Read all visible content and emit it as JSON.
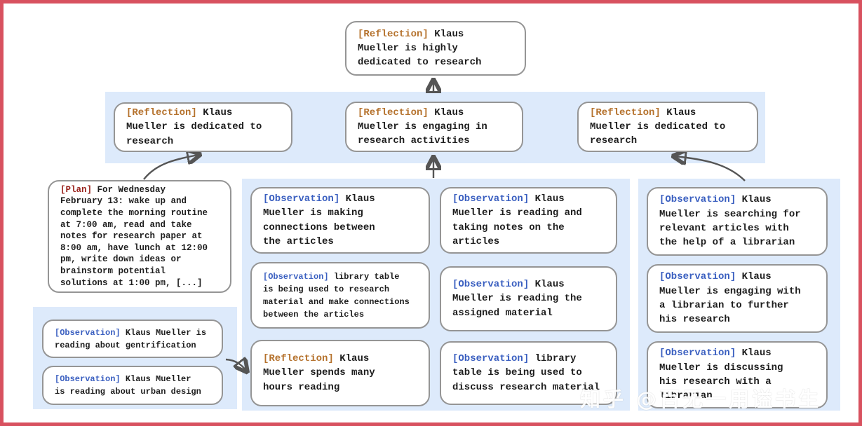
{
  "colors": {
    "frame": "#d8515f",
    "band": "#ddeafb",
    "box_border": "#959595",
    "box_bg": "#ffffff",
    "text": "#1d1d1d",
    "arrow": "#555555",
    "tag_reflection": "#b5722d",
    "tag_observation": "#3a5fc0",
    "tag_plan": "#9a231d",
    "watermark": "#ffffff"
  },
  "watermark": {
    "text": "知乎 @百无一用谥书生"
  },
  "nodes": {
    "root": {
      "tag": "[Reflection]",
      "body": "Klaus\nMueller is highly\ndedicated to research"
    },
    "l2_left": {
      "tag": "[Reflection]",
      "body": "Klaus\nMueller is dedicated to\nresearch"
    },
    "l2_mid": {
      "tag": "[Reflection]",
      "body": "Klaus\nMueller is engaging in\nresearch activities"
    },
    "l2_right": {
      "tag": "[Reflection]",
      "body": "Klaus\nMueller is dedicated to\nresearch"
    },
    "plan": {
      "tag": "[Plan]",
      "body": "For Wednesday\nFebruary 13: wake up and\ncomplete the morning routine\nat 7:00 am, read and take\nnotes for research paper at\n8:00 am, have lunch at 12:00\npm, write down ideas or\nbrainstorm potential\nsolutions at 1:00 pm, [...]"
    },
    "left_obs1": {
      "tag": "[Observation]",
      "body": "Klaus Mueller is\nreading about gentrification"
    },
    "left_obs2": {
      "tag": "[Observation]",
      "body": "Klaus Mueller\nis reading about urban design"
    },
    "mid1_obs1": {
      "tag": "[Observation]",
      "body": "Klaus\nMueller is making\nconnections between\nthe articles"
    },
    "mid1_obs2": {
      "tag": "[Observation]",
      "body": "library table\nis being used to research\nmaterial and make connections\nbetween the articles"
    },
    "mid1_refl": {
      "tag": "[Reflection]",
      "body": "Klaus\nMueller spends many\nhours reading"
    },
    "mid2_obs1": {
      "tag": "[Observation]",
      "body": "Klaus\nMueller is reading and\ntaking notes on the\narticles"
    },
    "mid2_obs2": {
      "tag": "[Observation]",
      "body": "Klaus\nMueller is reading the\nassigned material"
    },
    "mid2_obs3": {
      "tag": "[Observation]",
      "body": "library\ntable is being used to\ndiscuss research material"
    },
    "right_obs1": {
      "tag": "[Observation]",
      "body": "Klaus\nMueller is searching for\nrelevant articles with\nthe help of a librarian"
    },
    "right_obs2": {
      "tag": "[Observation]",
      "body": "Klaus\nMueller is engaging with\na librarian to further\nhis research"
    },
    "right_obs3": {
      "tag": "[Observation]",
      "body": "Klaus\nMueller is discussing\nhis research with a\nlibrarian"
    }
  }
}
